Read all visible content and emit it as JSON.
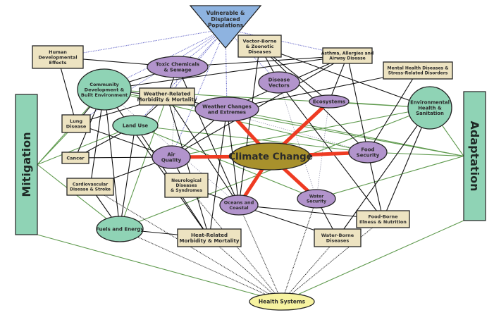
{
  "title": "Climate Change and Health Interactions",
  "colors": {
    "core": "#a8912c",
    "core_edge": "#ee3b22",
    "pathway": "#b294cc",
    "health": "#ede3c1",
    "driver": "#8fd3b5",
    "population": "#8eb3e0",
    "health_systems": "#f7f3a0",
    "black_edge": "#111111",
    "green_edge": "#5f9a4e",
    "blue_edge": "#6d6fcb",
    "grey_edge": "#9a9ab0"
  },
  "nodes": [
    {
      "id": "climate",
      "type": "core",
      "lines": [
        "Climate Change"
      ]
    },
    {
      "id": "weather",
      "type": "pathway",
      "lines": [
        "Weather Changes",
        "and Extremes"
      ]
    },
    {
      "id": "ecosystems",
      "type": "pathway",
      "lines": [
        "Ecosystems"
      ]
    },
    {
      "id": "airq",
      "type": "pathway",
      "lines": [
        "Air",
        "Quality"
      ]
    },
    {
      "id": "food",
      "type": "pathway",
      "lines": [
        "Food",
        "Security"
      ]
    },
    {
      "id": "oceans",
      "type": "pathway",
      "lines": [
        "Oceans and",
        "Coastal"
      ]
    },
    {
      "id": "water",
      "type": "pathway",
      "lines": [
        "Water",
        "Security"
      ]
    },
    {
      "id": "toxic",
      "type": "pathway",
      "lines": [
        "Toxic Chemicals",
        "& Sewage"
      ]
    },
    {
      "id": "vectors",
      "type": "pathway",
      "lines": [
        "Disease",
        "Vectors"
      ]
    },
    {
      "id": "community",
      "type": "driver",
      "lines": [
        "Community",
        "Development &",
        "Built Environment"
      ]
    },
    {
      "id": "landuse",
      "type": "driver",
      "lines": [
        "Land Use"
      ]
    },
    {
      "id": "fuels",
      "type": "driver",
      "lines": [
        "Fuels and Energy"
      ]
    },
    {
      "id": "envhealth",
      "type": "driver",
      "lines": [
        "Environmental",
        "Health &",
        "Sanitation"
      ]
    },
    {
      "id": "vulnerable",
      "type": "population",
      "lines": [
        "Vulnerable &",
        "Displaced",
        "Populations"
      ]
    },
    {
      "id": "healthsys",
      "type": "health_systems",
      "lines": [
        "Health Systems"
      ]
    },
    {
      "id": "humandev",
      "type": "health",
      "lines": [
        "Human",
        "Developmental",
        "Effects"
      ]
    },
    {
      "id": "vectorborne",
      "type": "health",
      "lines": [
        "Vector-Borne",
        "& Zoonotic",
        "Diseases"
      ]
    },
    {
      "id": "asthma",
      "type": "health",
      "lines": [
        "Asthma, Allergies and",
        "Airway Disease"
      ]
    },
    {
      "id": "mental",
      "type": "health",
      "lines": [
        "Mental Health Diseases &",
        "Stress-Related  Disorders"
      ]
    },
    {
      "id": "weathermorb",
      "type": "health",
      "lines": [
        "Weather-Related",
        "Morbidity & Mortality"
      ]
    },
    {
      "id": "lung",
      "type": "health",
      "lines": [
        "Lung",
        "Disease"
      ]
    },
    {
      "id": "cancer",
      "type": "health",
      "lines": [
        "Cancer"
      ]
    },
    {
      "id": "cardio",
      "type": "health",
      "lines": [
        "Cardiovascular",
        "Disease & Stroke"
      ]
    },
    {
      "id": "neuro",
      "type": "health",
      "lines": [
        "Neurological",
        "Diseases",
        "& Syndromes"
      ]
    },
    {
      "id": "heat",
      "type": "health",
      "lines": [
        "Heat-Related",
        "Morbidity & Mortality"
      ]
    },
    {
      "id": "foodborne",
      "type": "health",
      "lines": [
        "Food-Borne",
        "Illness & Nutrition"
      ]
    },
    {
      "id": "waterborne",
      "type": "health",
      "lines": [
        "Water-Borne",
        "Diseases"
      ]
    },
    {
      "id": "mitigation",
      "type": "side",
      "lines": [
        "Mitigation"
      ]
    },
    {
      "id": "adaptation",
      "type": "side",
      "lines": [
        "Adaptation"
      ]
    }
  ],
  "edges": {
    "core": [
      [
        "climate",
        "weather"
      ],
      [
        "climate",
        "ecosystems"
      ],
      [
        "climate",
        "airq"
      ],
      [
        "climate",
        "food"
      ],
      [
        "climate",
        "oceans"
      ],
      [
        "climate",
        "water"
      ]
    ],
    "black": [
      [
        "humandev",
        "toxic"
      ],
      [
        "humandev",
        "lung"
      ],
      [
        "toxic",
        "weathermorb"
      ],
      [
        "toxic",
        "community"
      ],
      [
        "toxic",
        "asthma"
      ],
      [
        "toxic",
        "oceans"
      ],
      [
        "vectorborne",
        "vectors"
      ],
      [
        "vectorborne",
        "ecosystems"
      ],
      [
        "vectorborne",
        "envhealth"
      ],
      [
        "vectorborne",
        "oceans"
      ],
      [
        "asthma",
        "community"
      ],
      [
        "asthma",
        "weather"
      ],
      [
        "asthma",
        "food"
      ],
      [
        "asthma",
        "ecosystems"
      ],
      [
        "asthma",
        "airq"
      ],
      [
        "mental",
        "weather"
      ],
      [
        "mental",
        "food"
      ],
      [
        "vectors",
        "foodborne"
      ],
      [
        "community",
        "weathermorb"
      ],
      [
        "community",
        "lung"
      ],
      [
        "community",
        "cardio"
      ],
      [
        "community",
        "fuels"
      ],
      [
        "community",
        "cancer"
      ],
      [
        "community",
        "heat"
      ],
      [
        "weathermorb",
        "weather"
      ],
      [
        "weathermorb",
        "landuse"
      ],
      [
        "weathermorb",
        "lung"
      ],
      [
        "weathermorb",
        "heat"
      ],
      [
        "weathermorb",
        "oceans"
      ],
      [
        "lung",
        "airq"
      ],
      [
        "landuse",
        "cancer"
      ],
      [
        "landuse",
        "fuels"
      ],
      [
        "landuse",
        "heat"
      ],
      [
        "cancer",
        "airq"
      ],
      [
        "cardio",
        "airq"
      ],
      [
        "cardio",
        "fuels"
      ],
      [
        "airq",
        "neuro"
      ],
      [
        "airq",
        "weather"
      ],
      [
        "neuro",
        "oceans"
      ],
      [
        "fuels",
        "heat"
      ],
      [
        "weather",
        "heat"
      ],
      [
        "weather",
        "oceans"
      ],
      [
        "oceans",
        "foodborne"
      ],
      [
        "oceans",
        "waterborne"
      ],
      [
        "water",
        "waterborne"
      ],
      [
        "waterborne",
        "envhealth"
      ],
      [
        "food",
        "foodborne"
      ],
      [
        "envhealth",
        "foodborne"
      ],
      [
        "food",
        "vectorborne"
      ]
    ],
    "green": [
      [
        "mitigation",
        "community"
      ],
      [
        "mitigation",
        "landuse"
      ],
      [
        "mitigation",
        "fuels"
      ],
      [
        "mitigation",
        "lung"
      ],
      [
        "mitigation",
        "healthsys"
      ],
      [
        "adaptation",
        "envhealth"
      ],
      [
        "adaptation",
        "food"
      ],
      [
        "adaptation",
        "water"
      ],
      [
        "adaptation",
        "weather"
      ],
      [
        "adaptation",
        "community"
      ],
      [
        "adaptation",
        "healthsys"
      ],
      [
        "community",
        "envhealth"
      ],
      [
        "landuse",
        "food"
      ],
      [
        "fuels",
        "envhealth"
      ],
      [
        "fuels",
        "weathermorb"
      ],
      [
        "landuse",
        "water"
      ],
      [
        "community",
        "food"
      ],
      [
        "ecosystems",
        "envhealth"
      ],
      [
        "airq",
        "envhealth"
      ]
    ],
    "blue": [
      [
        "vulnerable",
        "humandev"
      ],
      [
        "vulnerable",
        "community"
      ],
      [
        "vulnerable",
        "toxic"
      ],
      [
        "vulnerable",
        "weathermorb"
      ],
      [
        "vulnerable",
        "lung"
      ],
      [
        "vulnerable",
        "weather"
      ],
      [
        "vulnerable",
        "vectors"
      ],
      [
        "vulnerable",
        "vectorborne"
      ],
      [
        "vulnerable",
        "asthma"
      ],
      [
        "vulnerable",
        "landuse"
      ],
      [
        "vulnerable",
        "airq"
      ]
    ],
    "grey": [
      [
        "toxic",
        "airq"
      ],
      [
        "weathermorb",
        "food"
      ],
      [
        "ecosystems",
        "water"
      ],
      [
        "vectors",
        "water"
      ],
      [
        "community",
        "oceans"
      ]
    ],
    "healthsys": [
      [
        "healthsys",
        "heat"
      ],
      [
        "healthsys",
        "fuels"
      ],
      [
        "healthsys",
        "neuro"
      ],
      [
        "healthsys",
        "oceans"
      ],
      [
        "healthsys",
        "water"
      ],
      [
        "healthsys",
        "waterborne"
      ],
      [
        "healthsys",
        "foodborne"
      ],
      [
        "healthsys",
        "cardio"
      ]
    ]
  }
}
